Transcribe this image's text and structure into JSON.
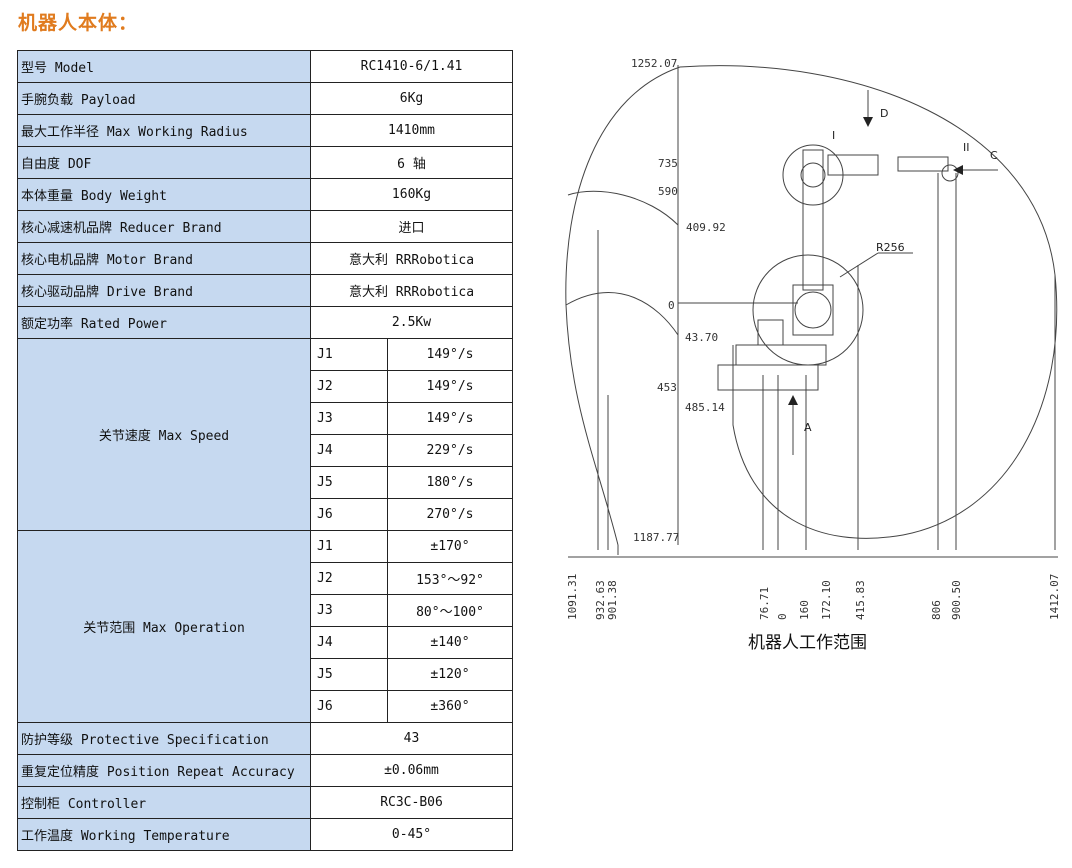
{
  "title": "机器人本体：",
  "rows_top": [
    {
      "label": "型号 Model",
      "value": "RC1410-6/1.41"
    },
    {
      "label": "手腕负载 Payload",
      "value": "6Kg"
    },
    {
      "label": "最大工作半径 Max Working Radius",
      "value": "1410mm"
    },
    {
      "label": "自由度 DOF",
      "value": "6 轴"
    },
    {
      "label": "本体重量 Body Weight",
      "value": "160Kg"
    },
    {
      "label": "核心减速机品牌 Reducer Brand",
      "value": "进口"
    },
    {
      "label": "核心电机品牌 Motor Brand",
      "value": "意大利 RRRobotica"
    },
    {
      "label": "核心驱动品牌 Drive Brand",
      "value": "意大利 RRRobotica"
    },
    {
      "label": "额定功率 Rated Power",
      "value": "2.5Kw"
    }
  ],
  "speed": {
    "label": "关节速度 Max Speed",
    "joints": [
      {
        "j": "J1",
        "v": "149°/s"
      },
      {
        "j": "J2",
        "v": "149°/s"
      },
      {
        "j": "J3",
        "v": "149°/s"
      },
      {
        "j": "J4",
        "v": "229°/s"
      },
      {
        "j": "J5",
        "v": "180°/s"
      },
      {
        "j": "J6",
        "v": "270°/s"
      }
    ]
  },
  "range": {
    "label": "关节范围 Max Operation",
    "joints": [
      {
        "j": "J1",
        "v": "±170°"
      },
      {
        "j": "J2",
        "v": "153°～92°"
      },
      {
        "j": "J3",
        "v": "80°～100°"
      },
      {
        "j": "J4",
        "v": "±140°"
      },
      {
        "j": "J5",
        "v": "±120°"
      },
      {
        "j": "J6",
        "v": "±360°"
      }
    ]
  },
  "rows_bottom": [
    {
      "label": "防护等级 Protective Specification",
      "value": "43"
    },
    {
      "label": "重复定位精度 Position Repeat Accuracy",
      "value": "±0.06mm"
    },
    {
      "label": "控制柜 Controller",
      "value": "RC3C-B06"
    },
    {
      "label": "工作温度 Working Temperature",
      "value": "0-45°"
    }
  ],
  "diagram": {
    "caption": "机器人工作范围",
    "dims_left": [
      "1252.07",
      "735",
      "590",
      "409.92",
      "0",
      "43.70",
      "453",
      "485.14",
      "1187.77"
    ],
    "dims_bottom": [
      "1091.31",
      "932.63",
      "901.38",
      "76.71",
      "0",
      "160",
      "172.10",
      "415.83",
      "806",
      "900.50",
      "1412.07"
    ],
    "callouts": [
      "D",
      "C",
      "A",
      "I",
      "II",
      "R256"
    ]
  }
}
